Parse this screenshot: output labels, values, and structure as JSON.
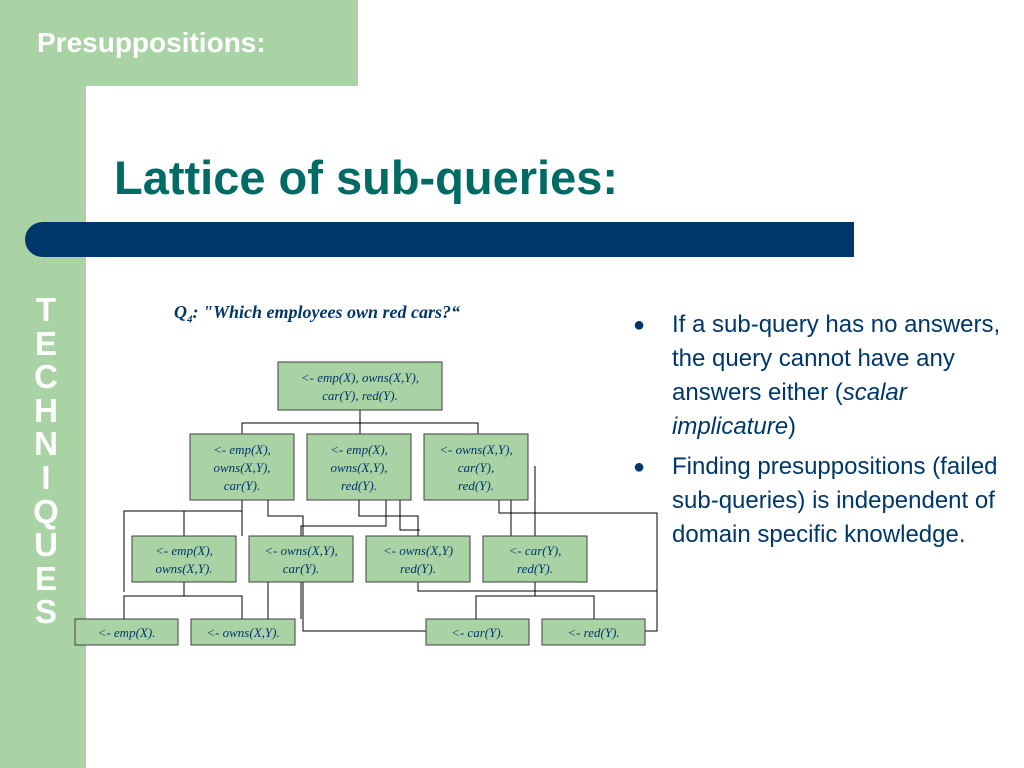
{
  "sidebar": {
    "section_title": "Presuppositions:",
    "vertical_letters": [
      "T",
      "E",
      "C",
      "H",
      "N",
      "I",
      "Q",
      "U",
      "E",
      "S"
    ]
  },
  "slide": {
    "title": "Lattice of sub-queries:"
  },
  "query": {
    "label": "Q",
    "subscript": "4",
    "text": ": \"Which employees own red cars?“"
  },
  "lattice": {
    "levels": [
      [
        [
          "<-  emp(X), owns(X,Y),",
          "car(Y), red(Y)."
        ]
      ],
      [
        [
          "<- emp(X),",
          "owns(X,Y),",
          "car(Y)."
        ],
        [
          "<- emp(X),",
          "owns(X,Y),",
          "red(Y)."
        ],
        [
          "<-  owns(X,Y),",
          "car(Y),",
          "red(Y)."
        ]
      ],
      [
        [
          "<-  emp(X),",
          "owns(X,Y)."
        ],
        [
          "<-  owns(X,Y),",
          "car(Y)."
        ],
        [
          "<-  owns(X,Y)",
          "red(Y)."
        ],
        [
          "<-  car(Y),",
          "red(Y)."
        ]
      ],
      [
        [
          "<-  emp(X)."
        ],
        [
          "<-  owns(X,Y)."
        ],
        [
          "<-  car(Y)."
        ],
        [
          "<-  red(Y)."
        ]
      ]
    ]
  },
  "bullets": [
    {
      "parts": [
        "If a sub-query has no answers, the query cannot have any answers either (",
        "scalar implicature",
        ")"
      ]
    },
    {
      "parts": [
        "Finding presuppositions (failed sub-queries) is independent of domain specific knowledge."
      ]
    }
  ],
  "colors": {
    "band_green": "#a9d3a5",
    "title_teal": "#006b64",
    "navy": "#00376a",
    "white": "#ffffff"
  }
}
